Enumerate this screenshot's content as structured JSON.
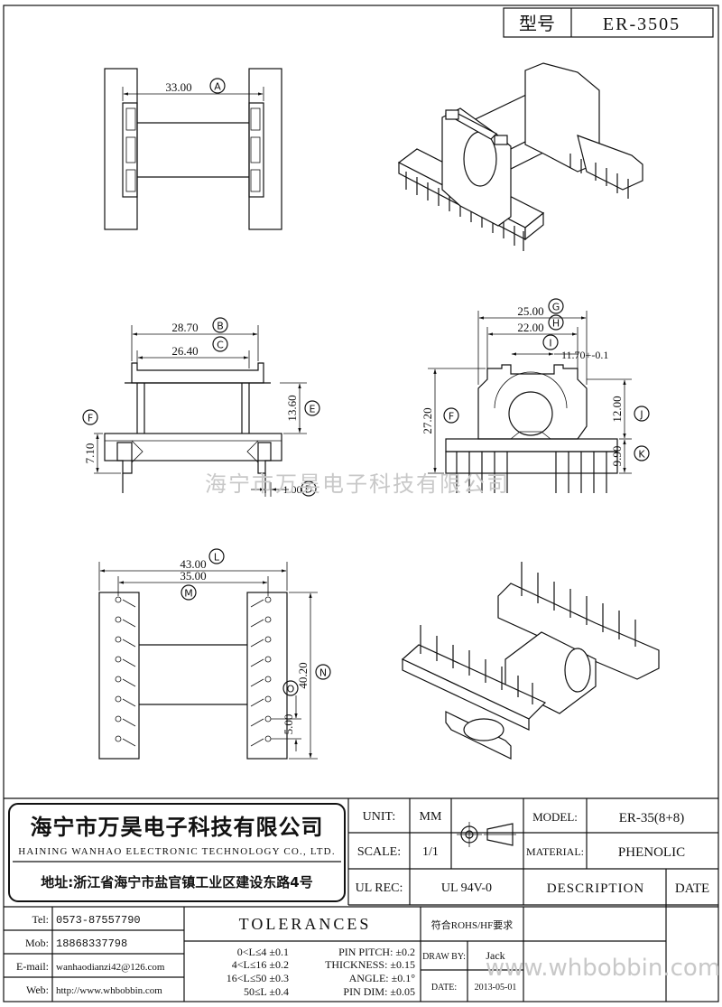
{
  "header": {
    "label": "型号",
    "model_code": "ER-3505"
  },
  "dimensions": {
    "A": "33.00",
    "B": "28.70",
    "C": "26.40",
    "E": "13.60",
    "F_left": "7.10",
    "D": "1.00",
    "G": "25.00",
    "H": "22.00",
    "I": "11.70+-0.1",
    "F_right": "27.20",
    "J": "12.00",
    "K": "9.90",
    "L": "43.00",
    "M": "35.00",
    "N": "40.20",
    "O": "5.00"
  },
  "markers": [
    "A",
    "B",
    "C",
    "D",
    "E",
    "F",
    "G",
    "H",
    "I",
    "J",
    "K",
    "L",
    "M",
    "N",
    "O"
  ],
  "watermark": "海宁市万昊电子科技有限公司",
  "title_block": {
    "company_cn": "海宁市万昊电子科技有限公司",
    "company_en": "HAINING WANHAO ELECTRONIC TECHNOLOGY CO., LTD.",
    "address": "地址:浙江省海宁市盐官镇工业区建设东路4号",
    "unit_label": "UNIT:",
    "unit_value": "MM",
    "scale_label": "SCALE:",
    "scale_value": "1/1",
    "ulrec_label": "UL REC:",
    "ulrec_value": "UL 94V-0",
    "model_label": "MODEL:",
    "model_value": "ER-35(8+8)",
    "material_label": "MATERIAL:",
    "material_value": "PHENOLIC",
    "description_label": "DESCRIPTION",
    "date_header": "DATE",
    "tel_label": "Tel:",
    "tel_value": "0573-87557790",
    "mob_label": "Mob:",
    "mob_value": "18868337798",
    "email_label": "E-mail:",
    "email_value": "wanhaodianzi42@126.com",
    "web_label": "Web:",
    "web_value": "http://www.whbobbin.com",
    "tolerances_label": "TOLERANCES",
    "rohs": "符合ROHS/HF要求",
    "tol_rows": [
      "0<L≤4 ±0.1",
      "4<L≤16 ±0.2",
      "16<L≤50 ±0.3",
      "50≤L ±0.4"
    ],
    "pin_rows": [
      "PIN PITCH: ±0.2",
      "THICKNESS: ±0.15",
      "ANGLE: ±0.1°",
      "PIN DIM: ±0.05"
    ],
    "drawby_label": "DRAW BY:",
    "drawby_value": "Jack",
    "date_label": "DATE:",
    "date_value": "2013-05-01",
    "site_watermark": "www.whbobbin.com"
  }
}
